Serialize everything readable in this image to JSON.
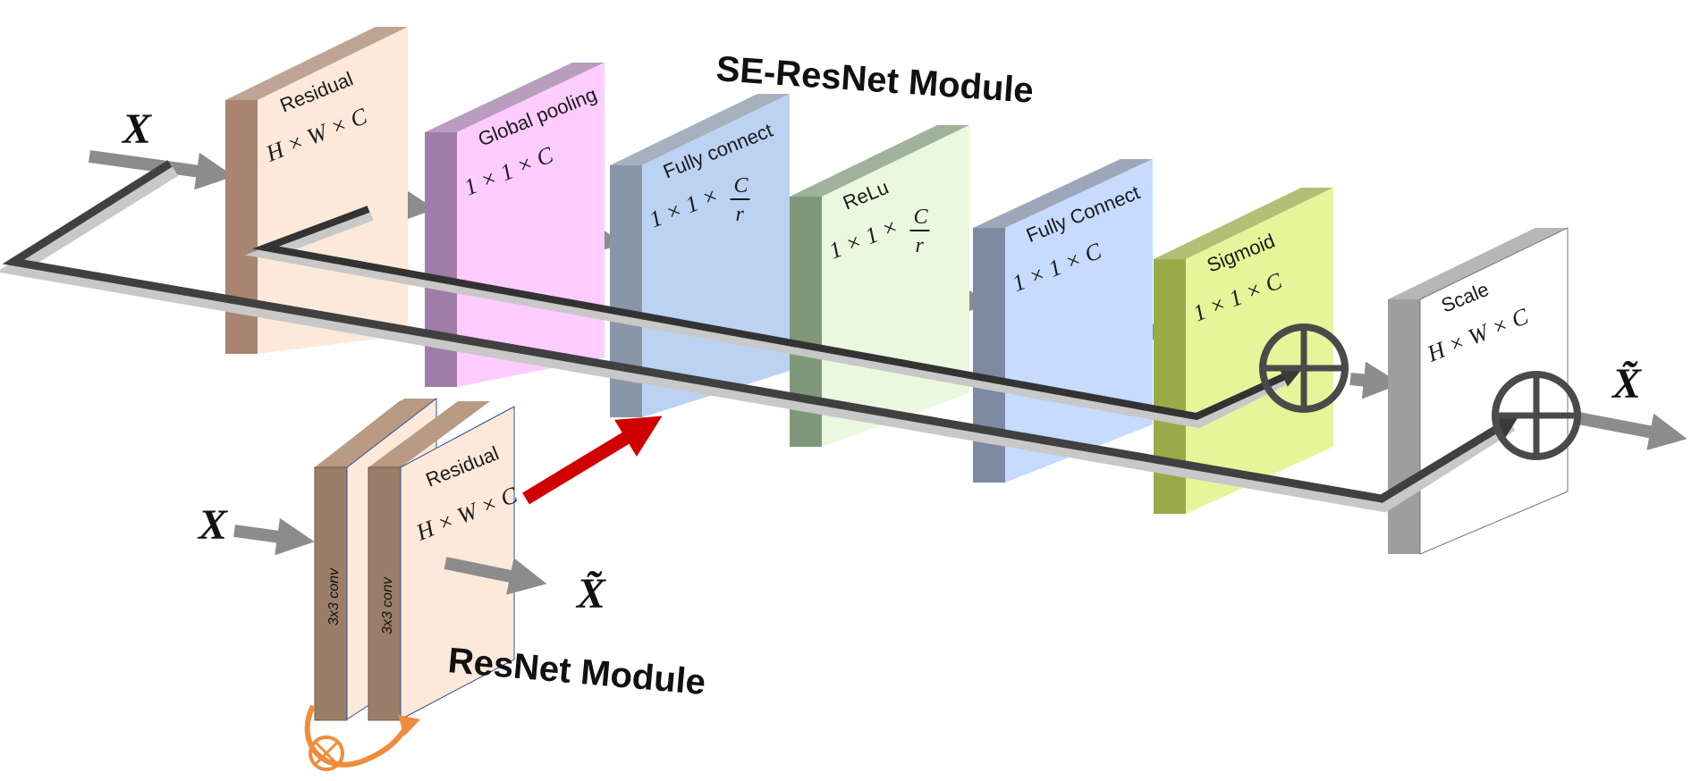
{
  "se_module": {
    "title": "SE-ResNet Module",
    "input_label": "X",
    "output_label": "X̃",
    "blocks": [
      {
        "name": "Residual",
        "dims": "H × W × C",
        "front": "#fde9d9",
        "side": "#a78570"
      },
      {
        "name": "Global pooling",
        "dims": "1 × 1 × C",
        "front": "#ffccff",
        "side": "#a07ca8"
      },
      {
        "name": "Fully connect",
        "dims": "1 × 1 ×",
        "frac_num": "C",
        "frac_den": "r",
        "front": "#bcd2f2",
        "side": "#8a96a8"
      },
      {
        "name": "ReLu",
        "dims": "1 × 1 ×",
        "frac_num": "C",
        "frac_den": "r",
        "front": "#eaf8e0",
        "side": "#80987a"
      },
      {
        "name": "Fully Connect",
        "dims": "1 × 1 × C",
        "front": "#c6dbff",
        "side": "#7d8aa2"
      },
      {
        "name": "Sigmoid",
        "dims": "1 × 1 × C",
        "front": "#e6f59a",
        "side": "#9aaa48"
      },
      {
        "name": "Scale",
        "dims": "H × W × C",
        "front": "#ffffff",
        "side": "#9e9e9e"
      }
    ]
  },
  "resnet_module": {
    "title": "ResNet Module",
    "input_label": "X",
    "output_label": "X̃",
    "conv_label_1": "3x3 conv",
    "conv_label_2": "3x3 conv",
    "residual_name": "Residual",
    "residual_dims": "H × W × C"
  },
  "colors": {
    "arrow_gray": "#8c8c8c",
    "skip_line": "#404040",
    "highlight_arrow": "#d00000",
    "loop_arrow": "#f08c3c"
  }
}
